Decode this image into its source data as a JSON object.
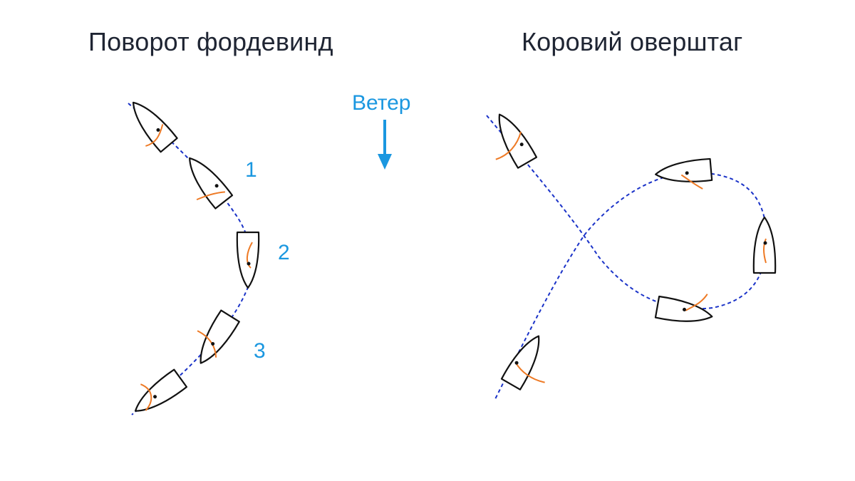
{
  "diagrams": {
    "left": {
      "title": "Поворот фордевинд",
      "steps": [
        "1",
        "2",
        "3"
      ]
    },
    "right": {
      "title": "Коровий оверштаг"
    }
  },
  "wind": {
    "label": "Ветер",
    "direction": "down"
  },
  "colors": {
    "title": "#1f2533",
    "wind_accent": "#1a97e0",
    "path_dashed": "#1b33c8",
    "sheet": "#ee7a25",
    "hull": "#111111"
  },
  "icons": [
    "boat-icon",
    "wind-arrow-icon"
  ]
}
